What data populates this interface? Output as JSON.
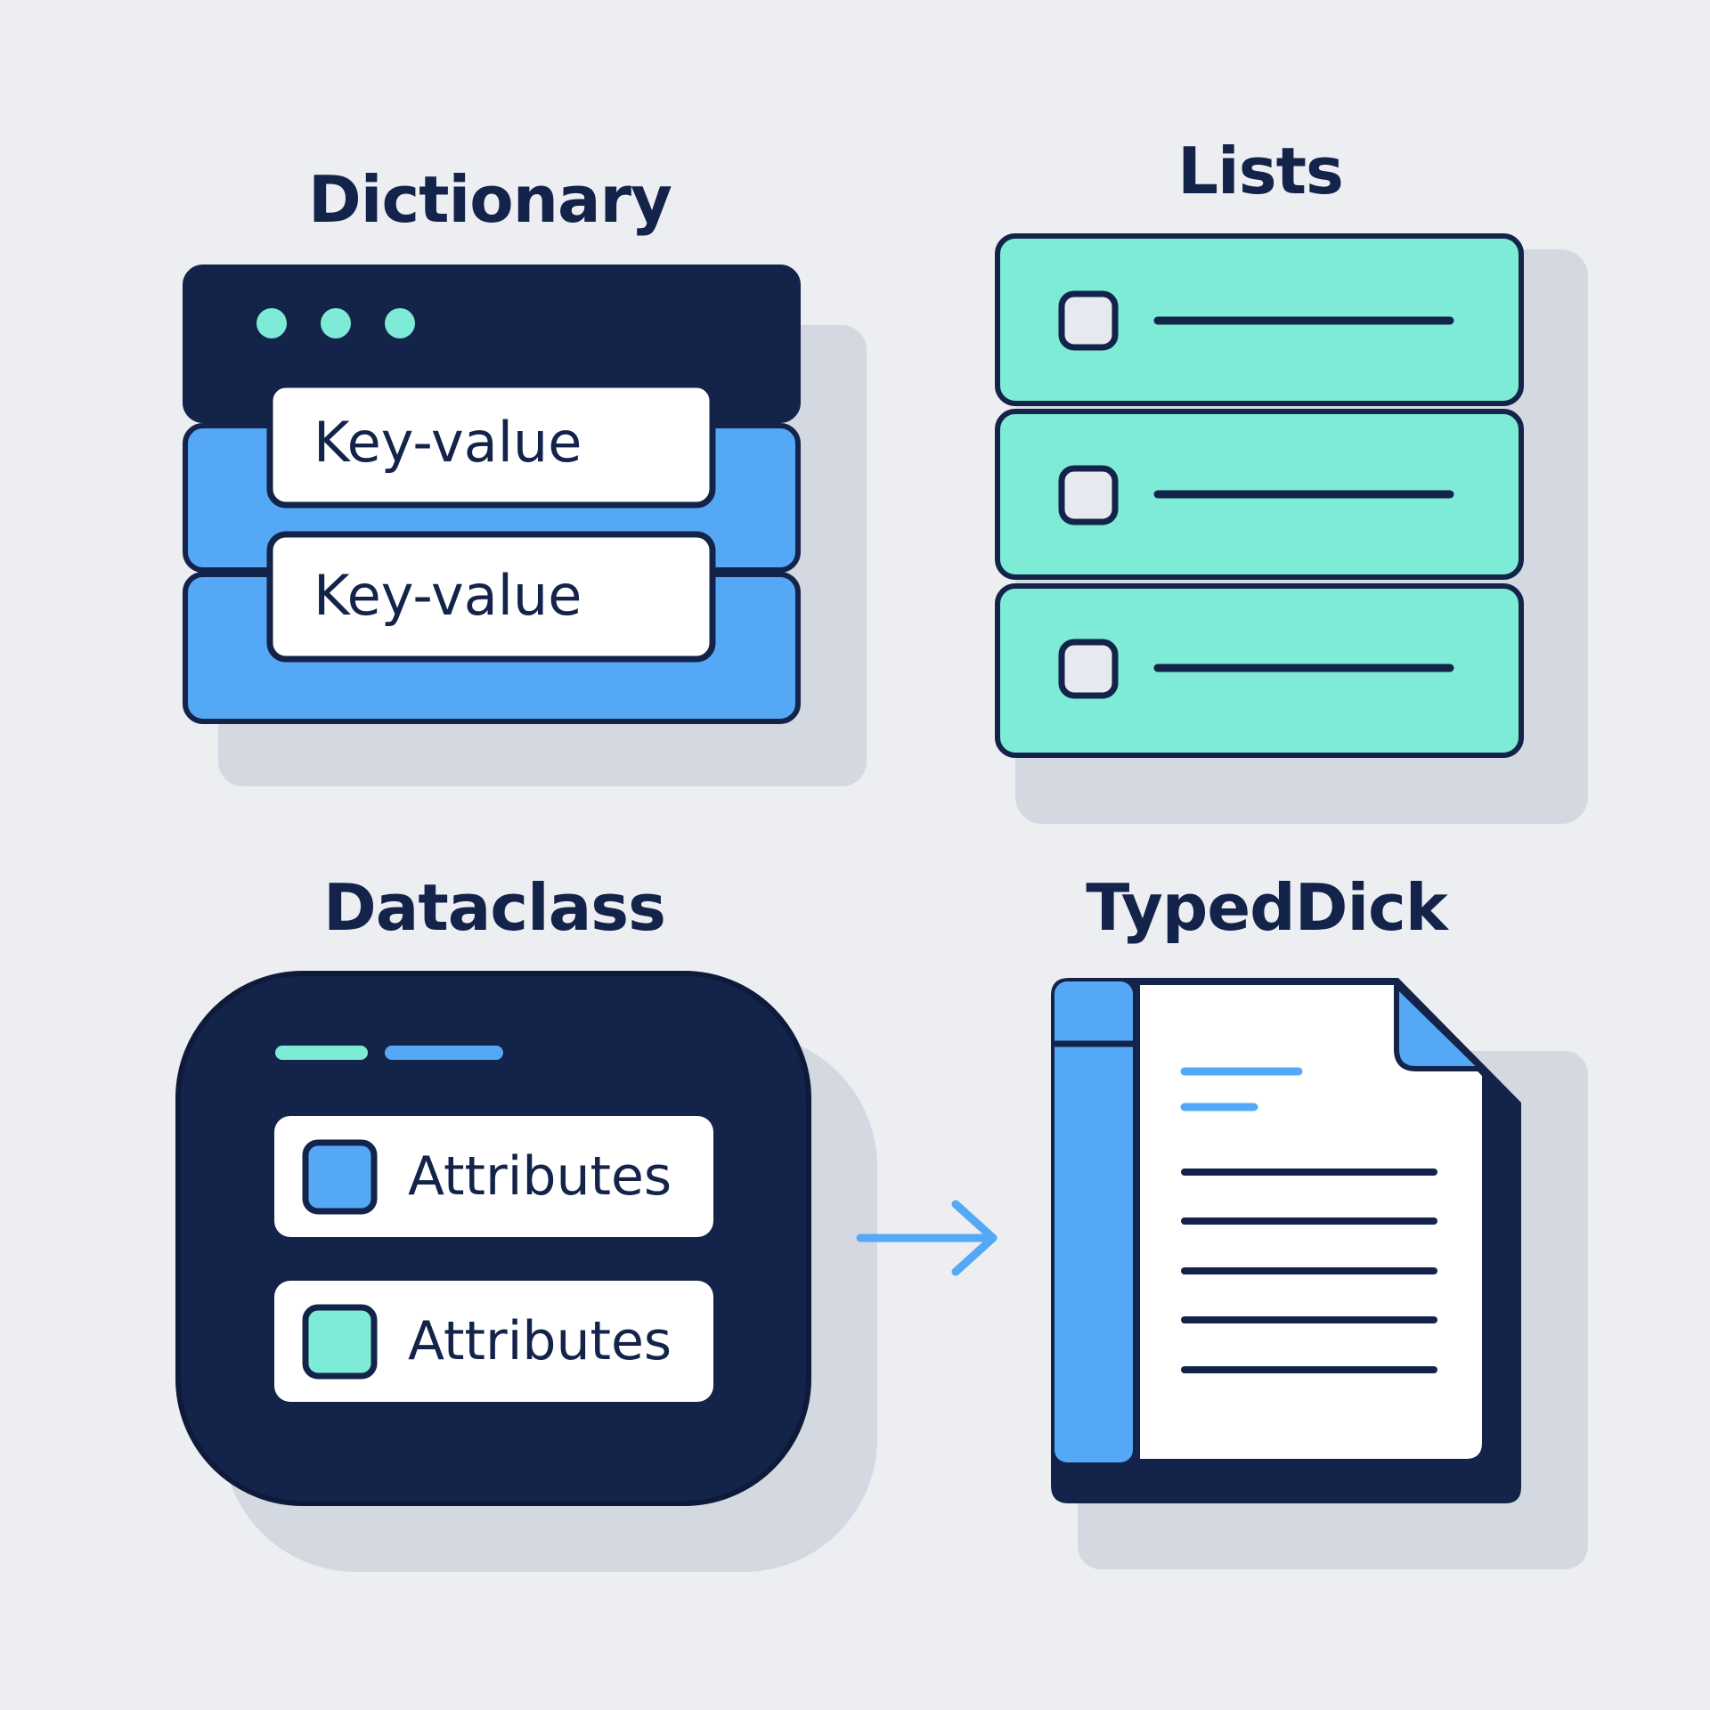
{
  "panels": {
    "dictionary": {
      "title": "Dictionary",
      "entries": [
        "Key-value",
        "Key-value"
      ]
    },
    "lists": {
      "title": "Lists"
    },
    "dataclass": {
      "title": "Dataclass",
      "attributes": [
        "Attributes",
        "Attributes"
      ]
    },
    "typeddict": {
      "title": "TypedDick"
    }
  },
  "colors": {
    "background": "#eceef2",
    "navy": "#13234a",
    "blue": "#55a8f5",
    "mint": "#7debd6",
    "white": "#ffffff"
  }
}
